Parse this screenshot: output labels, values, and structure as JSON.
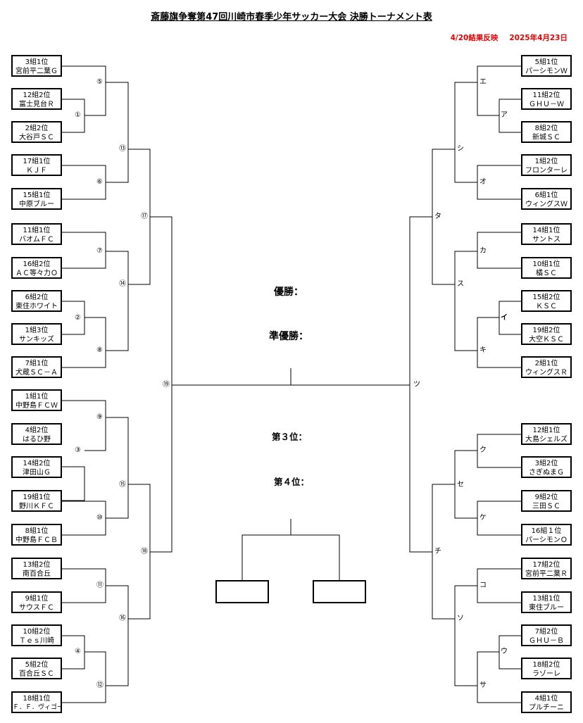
{
  "header": {
    "title": "斎藤旗争奪第47回川崎市春季少年サッカー大会 決勝トーナメント表",
    "update_note": "4/20結果反映",
    "date": "2025年4月23日"
  },
  "left_teams": [
    {
      "rank": "3組1位",
      "name": "宮前平二葉Ｇ"
    },
    {
      "rank": "12組2位",
      "name": "富士見台Ｒ"
    },
    {
      "rank": "2組2位",
      "name": "大谷戸ＳＣ"
    },
    {
      "rank": "17組1位",
      "name": "ＫＪＦ"
    },
    {
      "rank": "15組1位",
      "name": "中原ブルー"
    },
    {
      "rank": "11組1位",
      "name": "バオムＦＣ"
    },
    {
      "rank": "16組2位",
      "name": "ＡＣ等々力Ｏ"
    },
    {
      "rank": "6組2位",
      "name": "東住ホワイト"
    },
    {
      "rank": "1組3位",
      "name": "サンキッズ"
    },
    {
      "rank": "7組1位",
      "name": "犬蔵ＳＣ－Ａ"
    },
    {
      "rank": "1組1位",
      "name": "中野島ＦＣＷ"
    },
    {
      "rank": "4組2位",
      "name": "はるひ野"
    },
    {
      "rank": "14組2位",
      "name": "津田山Ｇ"
    },
    {
      "rank": "19組1位",
      "name": "野川ＫＦＣ"
    },
    {
      "rank": "8組1位",
      "name": "中野島ＦＣＢ"
    },
    {
      "rank": "13組2位",
      "name": "南百合丘"
    },
    {
      "rank": "9組1位",
      "name": "サウスＦＣ"
    },
    {
      "rank": "10組2位",
      "name": "Ｔｅｓ川崎"
    },
    {
      "rank": "5組2位",
      "name": "百合丘ＳＣ"
    },
    {
      "rank": "18組1位",
      "name": "Ｆ．Ｆ．ヴィゴーレ"
    }
  ],
  "right_teams": [
    {
      "rank": "5組1位",
      "name": "パーシモンＷ"
    },
    {
      "rank": "11組2位",
      "name": "ＧＨＵ－Ｗ"
    },
    {
      "rank": "8組2位",
      "name": "新城ＳＣ"
    },
    {
      "rank": "1組2位",
      "name": "フロンターレ"
    },
    {
      "rank": "6組1位",
      "name": "ウィングスＷ"
    },
    {
      "rank": "14組1位",
      "name": "サントス"
    },
    {
      "rank": "10組1位",
      "name": "橘ＳＣ"
    },
    {
      "rank": "15組2位",
      "name": "ＫＳＣ"
    },
    {
      "rank": "19組2位",
      "name": "大空ＫＳＣ"
    },
    {
      "rank": "2組1位",
      "name": "ウィングスＲ"
    },
    {
      "rank": "12組1位",
      "name": "大島シェルズ"
    },
    {
      "rank": "3組2位",
      "name": "さぎぬまＧ"
    },
    {
      "rank": "9組2位",
      "name": "三田ＳＣ"
    },
    {
      "rank": "16組１位",
      "name": "パーシモンＯ"
    },
    {
      "rank": "17組2位",
      "name": "宮前平二葉Ｒ"
    },
    {
      "rank": "13組1位",
      "name": "東住ブルー"
    },
    {
      "rank": "7組2位",
      "name": "ＧＨＵ－Ｂ"
    },
    {
      "rank": "18組2位",
      "name": "ラゾーレ"
    },
    {
      "rank": "4組1位",
      "name": "プルチーニ"
    }
  ],
  "left_match_labels": [
    "⑤",
    "①",
    "⑥",
    "⑦",
    "②",
    "⑧",
    "⑨",
    "③",
    "⑩",
    "⑪",
    "④",
    "⑫",
    "⑬",
    "⑭",
    "⑮",
    "⑯",
    "⑰",
    "⑱",
    "⑲"
  ],
  "right_match_labels": [
    "エ",
    "ア",
    "オ",
    "カ",
    "イ",
    "キ",
    "ク",
    "ケ",
    "コ",
    "ウ",
    "サ",
    "シ",
    "ス",
    "セ",
    "ソ",
    "タ",
    "チ",
    "ツ"
  ],
  "results": {
    "champion": "優勝：",
    "runner_up": "準優勝：",
    "third": "第３位：",
    "fourth": "第４位："
  }
}
